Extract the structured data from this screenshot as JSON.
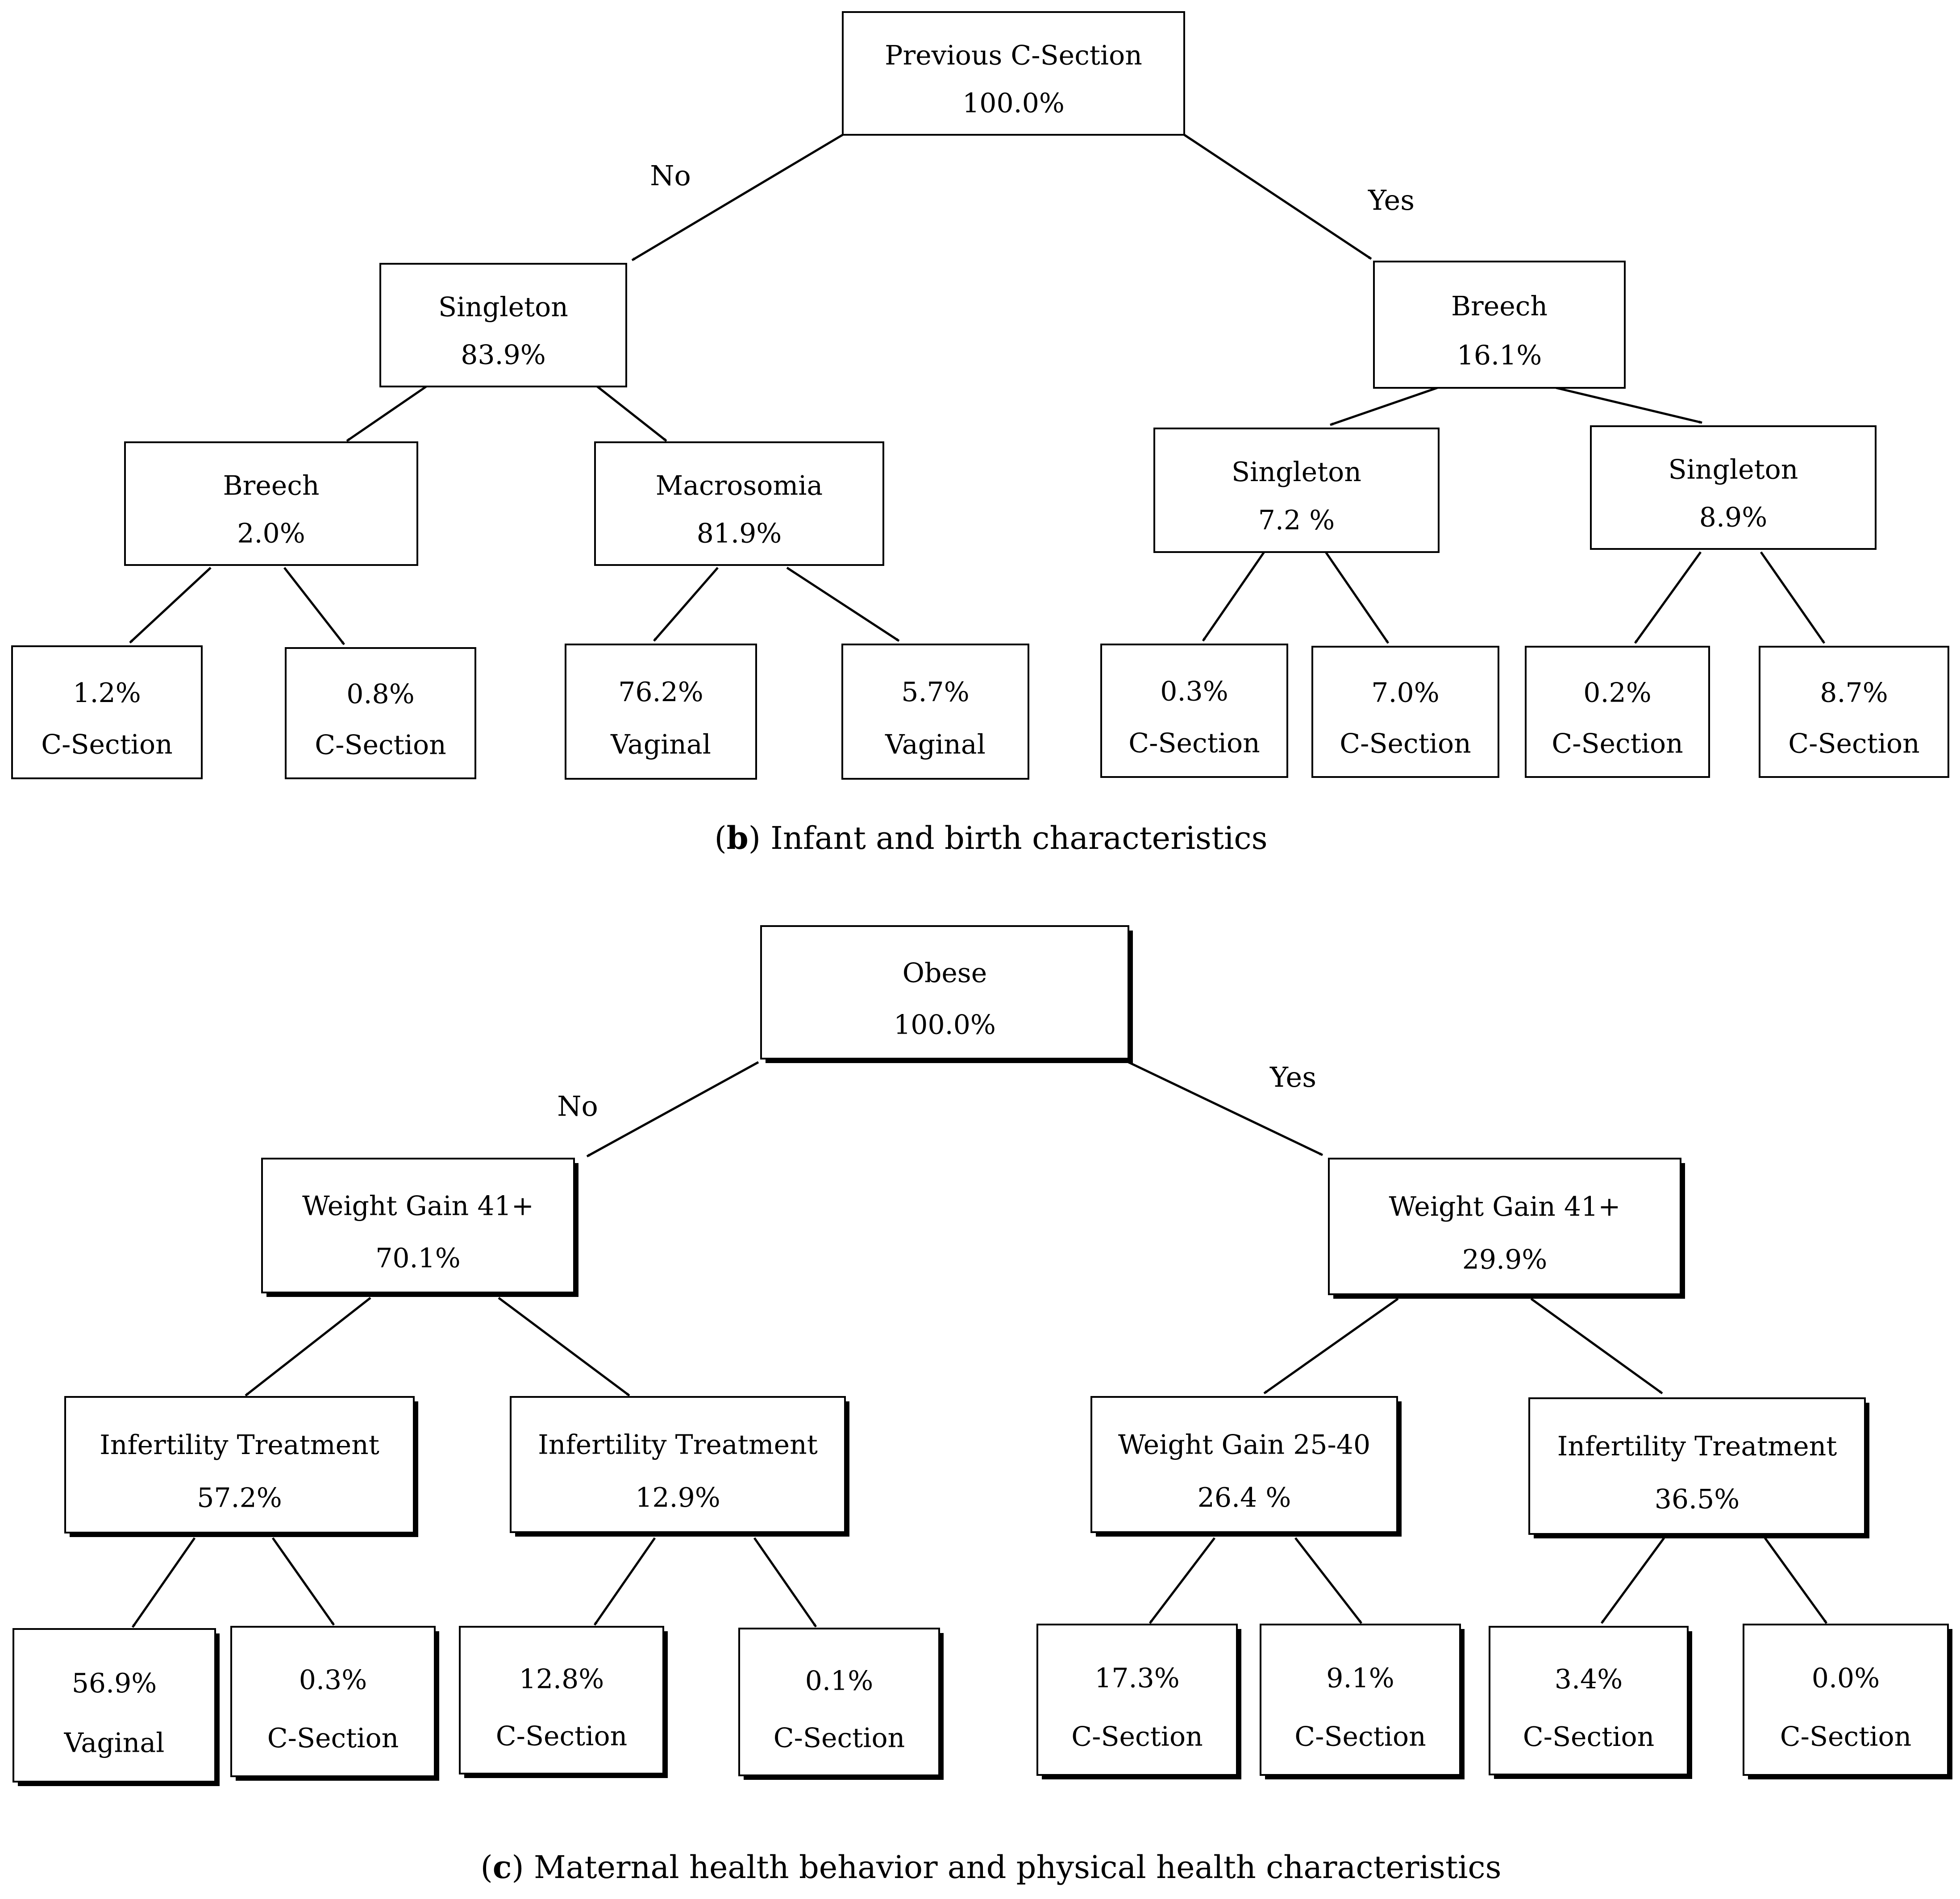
{
  "arrow_color": "#000000",
  "panel_b": {
    "caption_letter": "b",
    "caption_text": "Infant and birth characteristics",
    "branch_no": "No",
    "branch_yes": "Yes",
    "nodes": {
      "root": {
        "line1": "Previous C-Section",
        "line2": "100.0%"
      },
      "no": {
        "line1": "Singleton",
        "line2": "83.9%"
      },
      "yes": {
        "line1": "Breech",
        "line2": "16.1%"
      },
      "no_left": {
        "line1": "Breech",
        "line2": "2.0%"
      },
      "no_right": {
        "line1": "Macrosomia",
        "line2": "81.9%"
      },
      "yes_left": {
        "line1": "Singleton",
        "line2": "7.2 %"
      },
      "yes_right": {
        "line1": "Singleton",
        "line2": "8.9%"
      },
      "leaf1": {
        "line1": "1.2%",
        "line2": "C-Section"
      },
      "leaf2": {
        "line1": "0.8%",
        "line2": "C-Section"
      },
      "leaf3": {
        "line1": "76.2%",
        "line2": "Vaginal"
      },
      "leaf4": {
        "line1": "5.7%",
        "line2": "Vaginal"
      },
      "leaf5": {
        "line1": "0.3%",
        "line2": "C-Section"
      },
      "leaf6": {
        "line1": "7.0%",
        "line2": "C-Section"
      },
      "leaf7": {
        "line1": "0.2%",
        "line2": "C-Section"
      },
      "leaf8": {
        "line1": "8.7%",
        "line2": "C-Section"
      }
    }
  },
  "panel_c": {
    "caption_letter": "c",
    "caption_text": "Maternal health behavior and physical health characteristics",
    "branch_no": "No",
    "branch_yes": "Yes",
    "nodes": {
      "root": {
        "line1": "Obese",
        "line2": "100.0%"
      },
      "no": {
        "line1": "Weight Gain 41+",
        "line2": "70.1%"
      },
      "yes": {
        "line1": "Weight Gain 41+",
        "line2": "29.9%"
      },
      "no_left": {
        "line1": "Infertility Treatment",
        "line2": "57.2%"
      },
      "no_right": {
        "line1": "Infertility Treatment",
        "line2": "12.9%"
      },
      "yes_left": {
        "line1": "Weight Gain 25-40",
        "line2": "26.4 %"
      },
      "yes_right": {
        "line1": "Infertility Treatment",
        "line2": "36.5%"
      },
      "leaf1": {
        "line1": "56.9%",
        "line2": "Vaginal"
      },
      "leaf2": {
        "line1": "0.3%",
        "line2": "C-Section"
      },
      "leaf3": {
        "line1": "12.8%",
        "line2": "C-Section"
      },
      "leaf4": {
        "line1": "0.1%",
        "line2": "C-Section"
      },
      "leaf5": {
        "line1": "17.3%",
        "line2": "C-Section"
      },
      "leaf6": {
        "line1": "9.1%",
        "line2": "C-Section"
      },
      "leaf7": {
        "line1": "3.4%",
        "line2": "C-Section"
      },
      "leaf8": {
        "line1": "0.0%",
        "line2": "C-Section"
      }
    }
  }
}
